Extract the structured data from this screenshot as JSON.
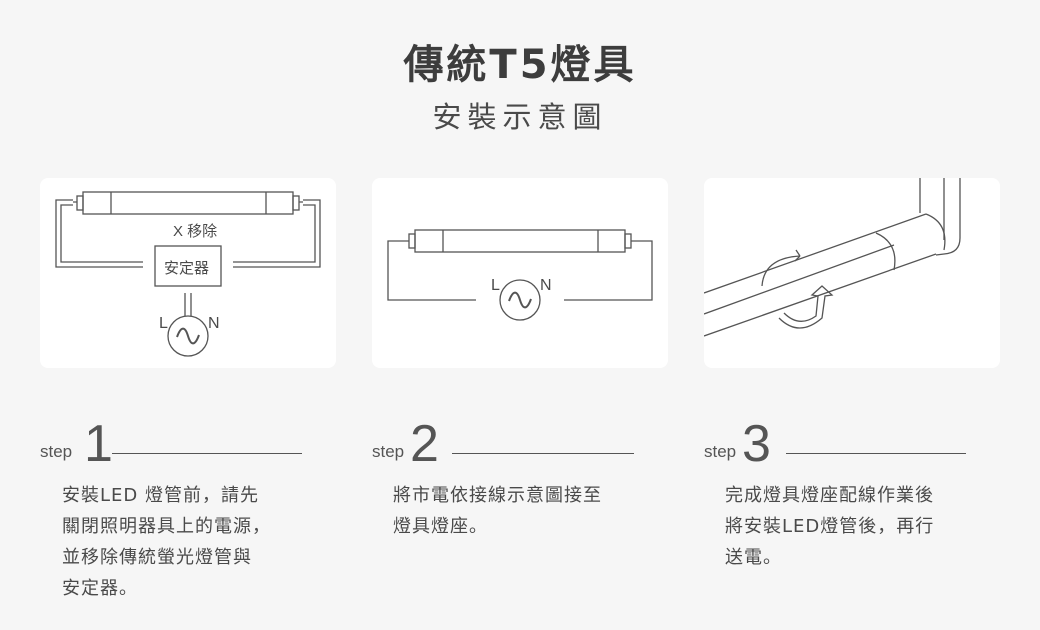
{
  "header": {
    "title": "傳統T5燈具",
    "subtitle": "安裝示意圖"
  },
  "diagrams": [
    {
      "id": "step1-diagram",
      "remove_label": "X 移除",
      "ballast_label": "安定器",
      "live_label": "L",
      "neutral_label": "N",
      "ac_symbol": "~"
    },
    {
      "id": "step2-diagram",
      "live_label": "L",
      "neutral_label": "N",
      "ac_symbol": "~"
    },
    {
      "id": "step3-diagram",
      "description": "rotate tube into lamp holder"
    }
  ],
  "steps": [
    {
      "word": "step",
      "number": "1",
      "lines": [
        "安裝LED 燈管前，請先",
        "關閉照明器具上的電源，",
        "並移除傳統螢光燈管與",
        "安定器。"
      ]
    },
    {
      "word": "step",
      "number": "2",
      "lines": [
        "將市電依接線示意圖接至",
        "燈具燈座。"
      ]
    },
    {
      "word": "step",
      "number": "3",
      "lines": [
        "完成燈具燈座配線作業後",
        "將安裝LED燈管後，再行",
        "送電。"
      ]
    }
  ],
  "colors": {
    "background": "#f6f6f6",
    "card": "#ffffff",
    "line": "#555555",
    "text": "#4a4a4a"
  }
}
